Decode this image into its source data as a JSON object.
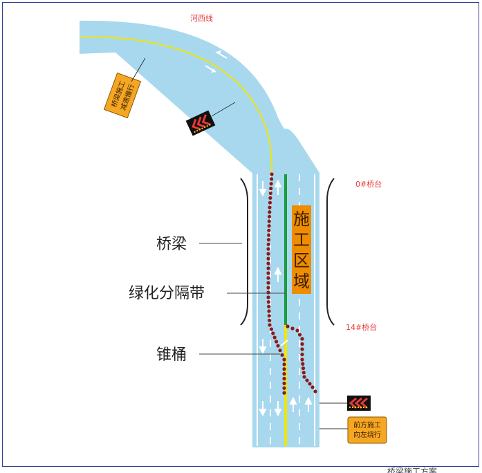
{
  "title": "河西线",
  "labels": {
    "bridge": "桥梁",
    "green_belt": "绿化分隔带",
    "cones": "锥桶",
    "abutment_0": "0#桥台",
    "abutment_14": "14#桥台"
  },
  "construction_zone": [
    "施",
    "工",
    "区",
    "域"
  ],
  "signs": {
    "top_sign_lines": [
      "桥梁施工",
      "减速慢行"
    ],
    "bottom_sign_lines": [
      "前方施工",
      "向左绕行"
    ]
  },
  "caption_partial": "桥梁施工方案",
  "colors": {
    "road": "#a8d8ee",
    "zone": "#f08c00",
    "sign": "#f5a623",
    "cone": "#8b1a1a",
    "green_belt": "#1a9b3c",
    "center_line": "#f0e600",
    "label_red": "#e53935",
    "frame": "#2d3b8c"
  }
}
